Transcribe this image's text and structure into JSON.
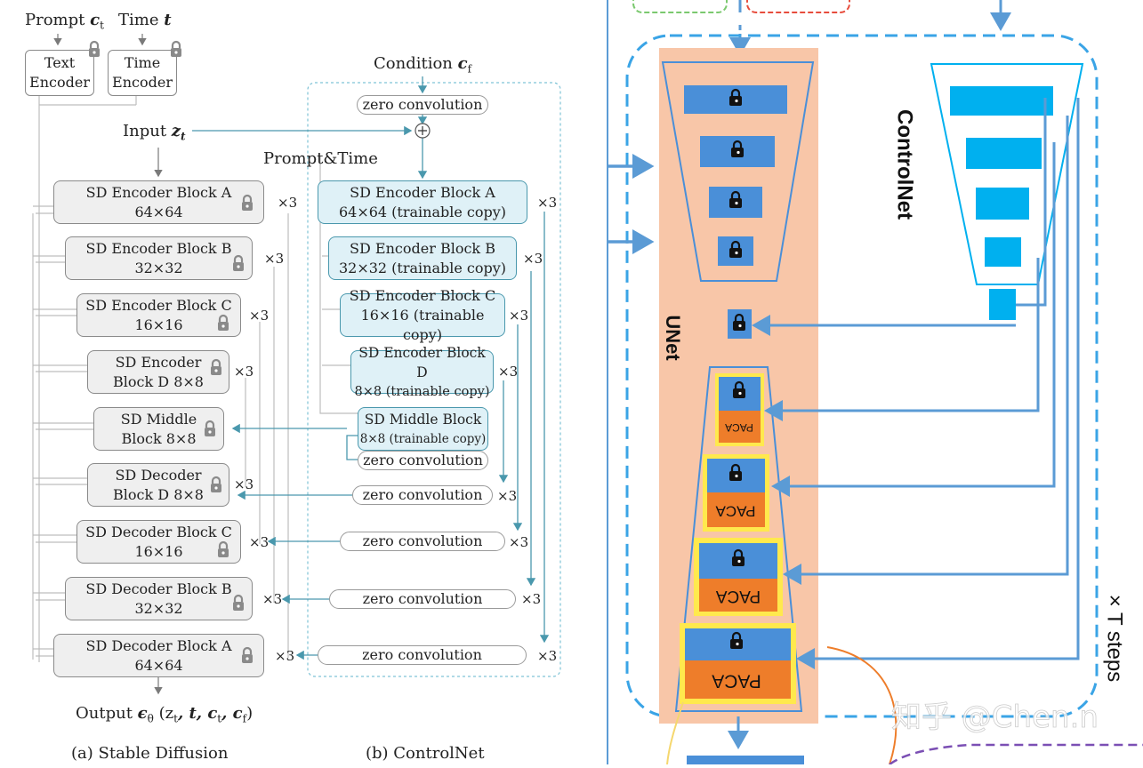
{
  "left": {
    "prompt_label": "Prompt",
    "prompt_symbol": "c",
    "prompt_sub": "t",
    "time_label": "Time",
    "time_symbol": "t",
    "text_encoder": [
      "Text",
      "Encoder"
    ],
    "time_encoder": [
      "Time",
      "Encoder"
    ],
    "input_label": "Input",
    "input_symbol": "z",
    "input_sub": "t",
    "condition_label": "Condition",
    "condition_symbol": "c",
    "condition_sub": "f",
    "prompt_time_label": "Prompt&Time",
    "sd_blocks": [
      [
        "SD Encoder Block A",
        "64×64"
      ],
      [
        "SD Encoder Block B",
        "32×32"
      ],
      [
        "SD Encoder Block C",
        "16×16"
      ],
      [
        "SD Encoder",
        "Block D 8×8"
      ],
      [
        "SD Middle",
        "Block 8×8"
      ],
      [
        "SD Decoder",
        "Block D 8×8"
      ],
      [
        "SD Decoder Block C",
        "16×16"
      ],
      [
        "SD Decoder Block B",
        "32×32"
      ],
      [
        "SD Decoder Block A",
        "64×64"
      ]
    ],
    "cn_blocks": [
      [
        "SD Encoder Block A",
        "64×64 (trainable copy)"
      ],
      [
        "SD Encoder Block B",
        "32×32 (trainable copy)"
      ],
      [
        "SD Encoder Block C",
        "16×16 (trainable copy)"
      ],
      [
        "SD Encoder Block D",
        "8×8 (trainable copy)"
      ],
      [
        "SD Middle Block",
        "8×8 (trainable copy)"
      ]
    ],
    "zero_conv": "zero convolution",
    "times3": "×3",
    "output_label": "Output",
    "output_symbol": "ϵ",
    "output_sub": "θ",
    "output_args": "(z",
    "output_args_tail": ", t, c",
    "output_args_c": "t",
    "output_args_end": ", c",
    "output_args_f": "f",
    "caption_a": "(a) Stable Diffusion",
    "caption_b": "(b) ControlNet"
  },
  "right": {
    "unet_label": "UNet",
    "controlnet_label": "ControlNet",
    "paca": "PACA",
    "steps_label": "× T steps",
    "watermark": "知乎 @Chen.n"
  },
  "colors": {
    "sd_fill": "#efefef",
    "cn_fill": "#dff1f7",
    "teal": "#4a98ad",
    "unet_bg": "#f8c6a8",
    "block_blue": "#4a8fd8",
    "cn_cyan": "#00b0ef",
    "paca_orange": "#ee7d2a",
    "paca_yellow": "#ffe94d",
    "dashed_blue": "#3aa4e6"
  }
}
